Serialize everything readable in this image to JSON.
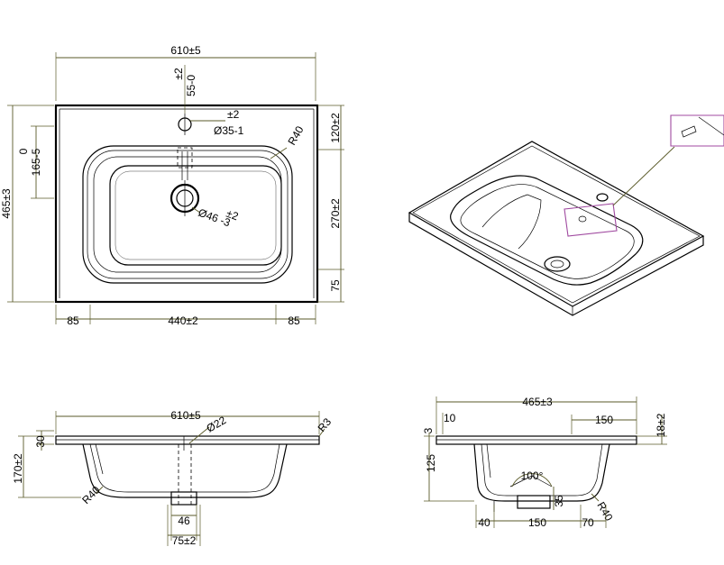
{
  "top_view": {
    "width": "610±5",
    "right_offset": "120±2",
    "basin_length": "270±2",
    "bottom_offset": "75",
    "depth": "465±3",
    "tap_offset_top": "0",
    "tap_offset_bottom": "165-5",
    "tap_hole": "Ø35-1",
    "tap_hole_tol": "±2",
    "tap_pos_a": "55-0",
    "tap_pos_b": "±2",
    "corner_radius": "R40",
    "drain": "Ø46 -3",
    "drain_tol": "±2",
    "left_margin": "85",
    "basin_width": "440±2",
    "right_margin": "85"
  },
  "front_section": {
    "width": "610±5",
    "overflow_dia": "Ø22",
    "corner_r3": "R3",
    "top_thickness": "30",
    "height": "170±2",
    "corner_radius": "R40",
    "drain_dia": "46",
    "drain_flange": "75±2"
  },
  "side_section": {
    "depth": "465±3",
    "rim": "10",
    "overflow_pos": "150",
    "thickness": "18±2",
    "lip": "3",
    "basin_depth": "125",
    "angle": "100°",
    "drain_drop": "35",
    "corner_radius": "R40",
    "bottom_left": "40",
    "bottom_mid": "150",
    "bottom_right": "70"
  }
}
